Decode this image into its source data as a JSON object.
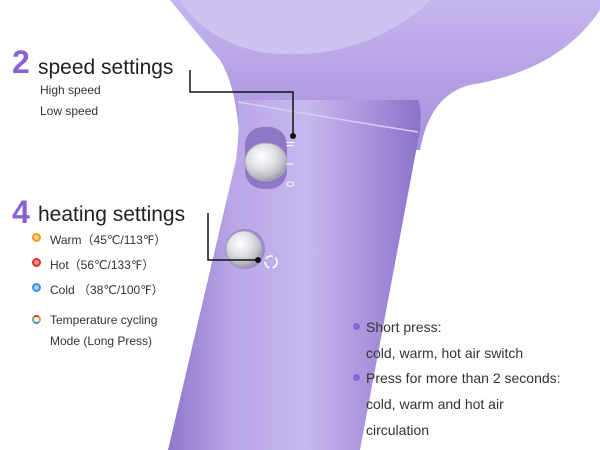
{
  "speed": {
    "number": "2",
    "title": "speed settings",
    "items": [
      "High speed",
      "Low speed"
    ],
    "switch_marks": [
      "0",
      "I",
      "II"
    ]
  },
  "heat": {
    "number": "4",
    "title": "heating settings",
    "items": [
      {
        "label": "Warm（45℃/113℉）",
        "color": "#e8a020"
      },
      {
        "label": "Hot（56℃/133℉）",
        "color": "#e03030"
      },
      {
        "label": "Cold （38℃/100℉）",
        "color": "#3a8fe8"
      },
      {
        "label": "Temperature cycling",
        "label2": "Mode (Long Press)",
        "color": "multi"
      }
    ]
  },
  "notes": {
    "bullets": [
      {
        "lines": [
          "Short press:",
          "cold, warm, hot air switch"
        ]
      },
      {
        "lines": [
          "Press for more than 2 seconds:",
          "cold, warm and hot air",
          "circulation"
        ]
      }
    ]
  },
  "colors": {
    "accent": "#8a63d2",
    "dryer_body": "#b7a4e4",
    "dryer_shadow": "#9b86d3",
    "dryer_highlight": "#d9cef3"
  }
}
